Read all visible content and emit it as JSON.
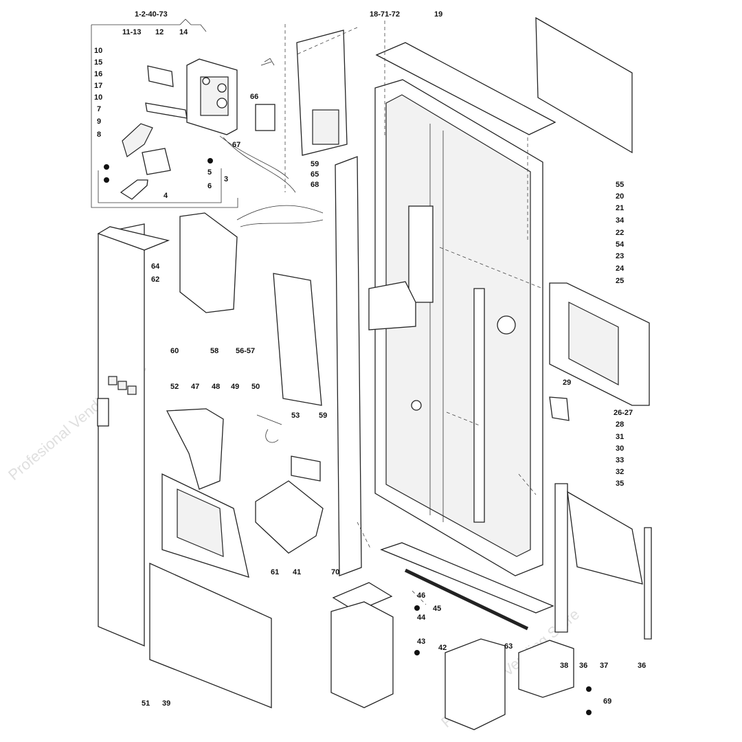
{
  "diagram": {
    "watermark": "Profesional Vending Store",
    "labels": [
      "1-2-40-73",
      "18-71-72",
      "19",
      "11-13",
      "12",
      "14",
      "10",
      "15",
      "16",
      "17",
      "10",
      "7",
      "9",
      "8",
      "66",
      "67",
      "5",
      "6",
      "3",
      "4",
      "59",
      "65",
      "68",
      "55",
      "20",
      "21",
      "34",
      "22",
      "54",
      "23",
      "24",
      "25",
      "64",
      "62",
      "60",
      "58",
      "56-57",
      "29",
      "52",
      "47",
      "48",
      "49",
      "50",
      "53",
      "59",
      "26-27",
      "28",
      "31",
      "30",
      "33",
      "32",
      "35",
      "61",
      "41",
      "70",
      "46",
      "45",
      "44",
      "43",
      "42",
      "63",
      "38",
      "36",
      "37",
      "36",
      "69",
      "51",
      "39"
    ]
  }
}
